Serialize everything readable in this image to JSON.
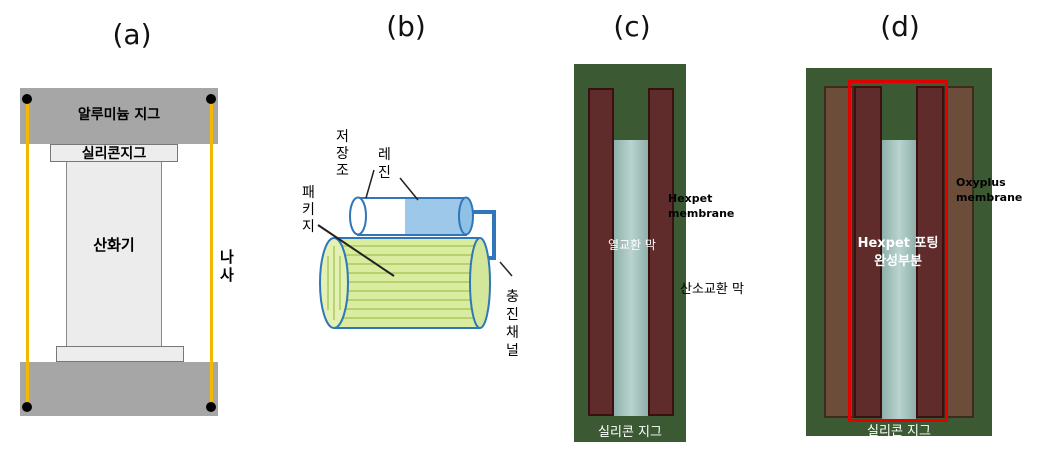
{
  "panels": {
    "a": {
      "label": "(a)",
      "top_jig": "알루미늄 지그",
      "silicone_jig": "실리콘지그",
      "oxygenator": "산화기",
      "screw": [
        "나",
        "사"
      ]
    },
    "b": {
      "label": "(b)",
      "reservoir": [
        "저",
        "장",
        "조"
      ],
      "resin": [
        "레",
        "진"
      ],
      "package": [
        "패",
        "키",
        "지"
      ],
      "fill_channel": [
        "충",
        "진",
        "채",
        "널"
      ]
    },
    "c": {
      "label": "(c)",
      "hexpet": [
        "Hexpet",
        "membrane"
      ],
      "heat_exchange": "열교환 막",
      "oxygen_exchange": "산소교환 막",
      "silicone_jig": "실리콘 지그"
    },
    "d": {
      "label": "(d)",
      "oxyplus": [
        "Oxyplus",
        "membrane"
      ],
      "potting": [
        "Hexpet 포팅",
        "완성부분"
      ],
      "silicone_jig": "실리콘 지그"
    }
  },
  "colors": {
    "jig_gray": "#a6a6a6",
    "screw_yellow": "#f5b800",
    "frame_green": "#3b5a33",
    "membrane_brown": "#5f2b2b",
    "highlight_red": "#e00000",
    "package_green": "#d9eca0",
    "reservoir_blue": "#8fc0e6"
  }
}
